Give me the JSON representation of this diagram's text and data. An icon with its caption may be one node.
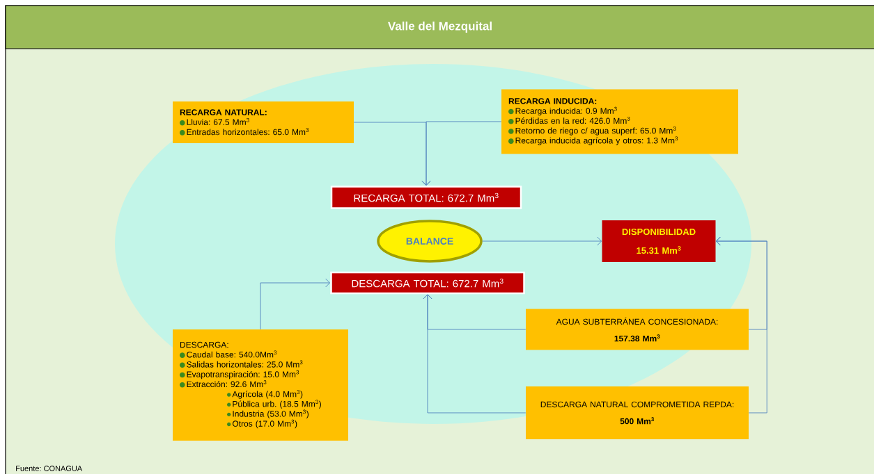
{
  "diagram": {
    "title": "Valle del Mezquital",
    "nodes": [
      {
        "text": [
          "RECARGA NATURAL:",
          "Lluvia: 67.5 Mm$^{3}$",
          "Entradas horizontales: 65.0 Mm$^{3}$"
        ]
      },
      {
        "text": [
          "RECARGA INDUCIDA:",
          "Recarga inducida: 0.9 Mm$^{3}$",
          "Pérdidas en la red: 426.0 Mm$^{3}$",
          "Retorno de riego c/ agua superf: 65.0 Mm$^{3}$",
          "Recarga inducida agrícola y otros: 1.3 Mm$^{3}$"
        ]
      },
      {
        "text": [
          "RECARGA TOTAL: 672.7 Mm$^{3}$"
        ]
      },
      {
        "text": [
          "BALANCE"
        ]
      },
      {
        "text": [
          "DISPONIBILIDAD",
          "15.31 Mm$^{3}$"
        ]
      },
      {
        "text": [
          "DESCARGA TOTAL: 672.7 Mm$^{3}$"
        ]
      },
      {
        "text": [
          "DESCARGA:",
          "Caudal base: 540.0Mm$^{3}$",
          "Salidas horizontales: 25.0 Mm$^{3}$",
          "Evapotranspiración: 15.0 Mm$^{3}$",
          "Extracción: 92.6 Mm$^{3}$",
          "Agrícola (4.0 Mm$^{3}$)",
          "Pública urb. (18.5 Mm$^{3}$)",
          "Industria (53.0 Mm$^{3}$)",
          "Otros (17.0 Mm$^{3}$)"
        ]
      },
      {
        "text": [
          "AGUA SUBTERRÁNEA CONCESIONADA:",
          "157.38 Mm$^{3}$"
        ]
      },
      {
        "text": [
          "DESCARGA NATURAL COMPROMETIDA REPDA:",
          "500 Mm$^{3}$"
        ]
      }
    ],
    "edges": [
      {
        "from": 0,
        "to": 2,
        "arrow": "to"
      },
      {
        "from": 1,
        "to": 2,
        "arrow": "to"
      },
      {
        "from": 3,
        "to": 4,
        "arrow": "to"
      },
      {
        "from": 6,
        "to": 5,
        "arrow": "to"
      },
      {
        "from": 7,
        "to": 5,
        "arrow": "to"
      },
      {
        "from": 8,
        "to": 5,
        "arrow": "to"
      },
      {
        "from": 7,
        "to": 4,
        "arrow": "to"
      },
      {
        "from": 8,
        "to": 4,
        "arrow": "to"
      }
    ],
    "labels": [
      "Fuente: CONAGUA"
    ]
  }
}
